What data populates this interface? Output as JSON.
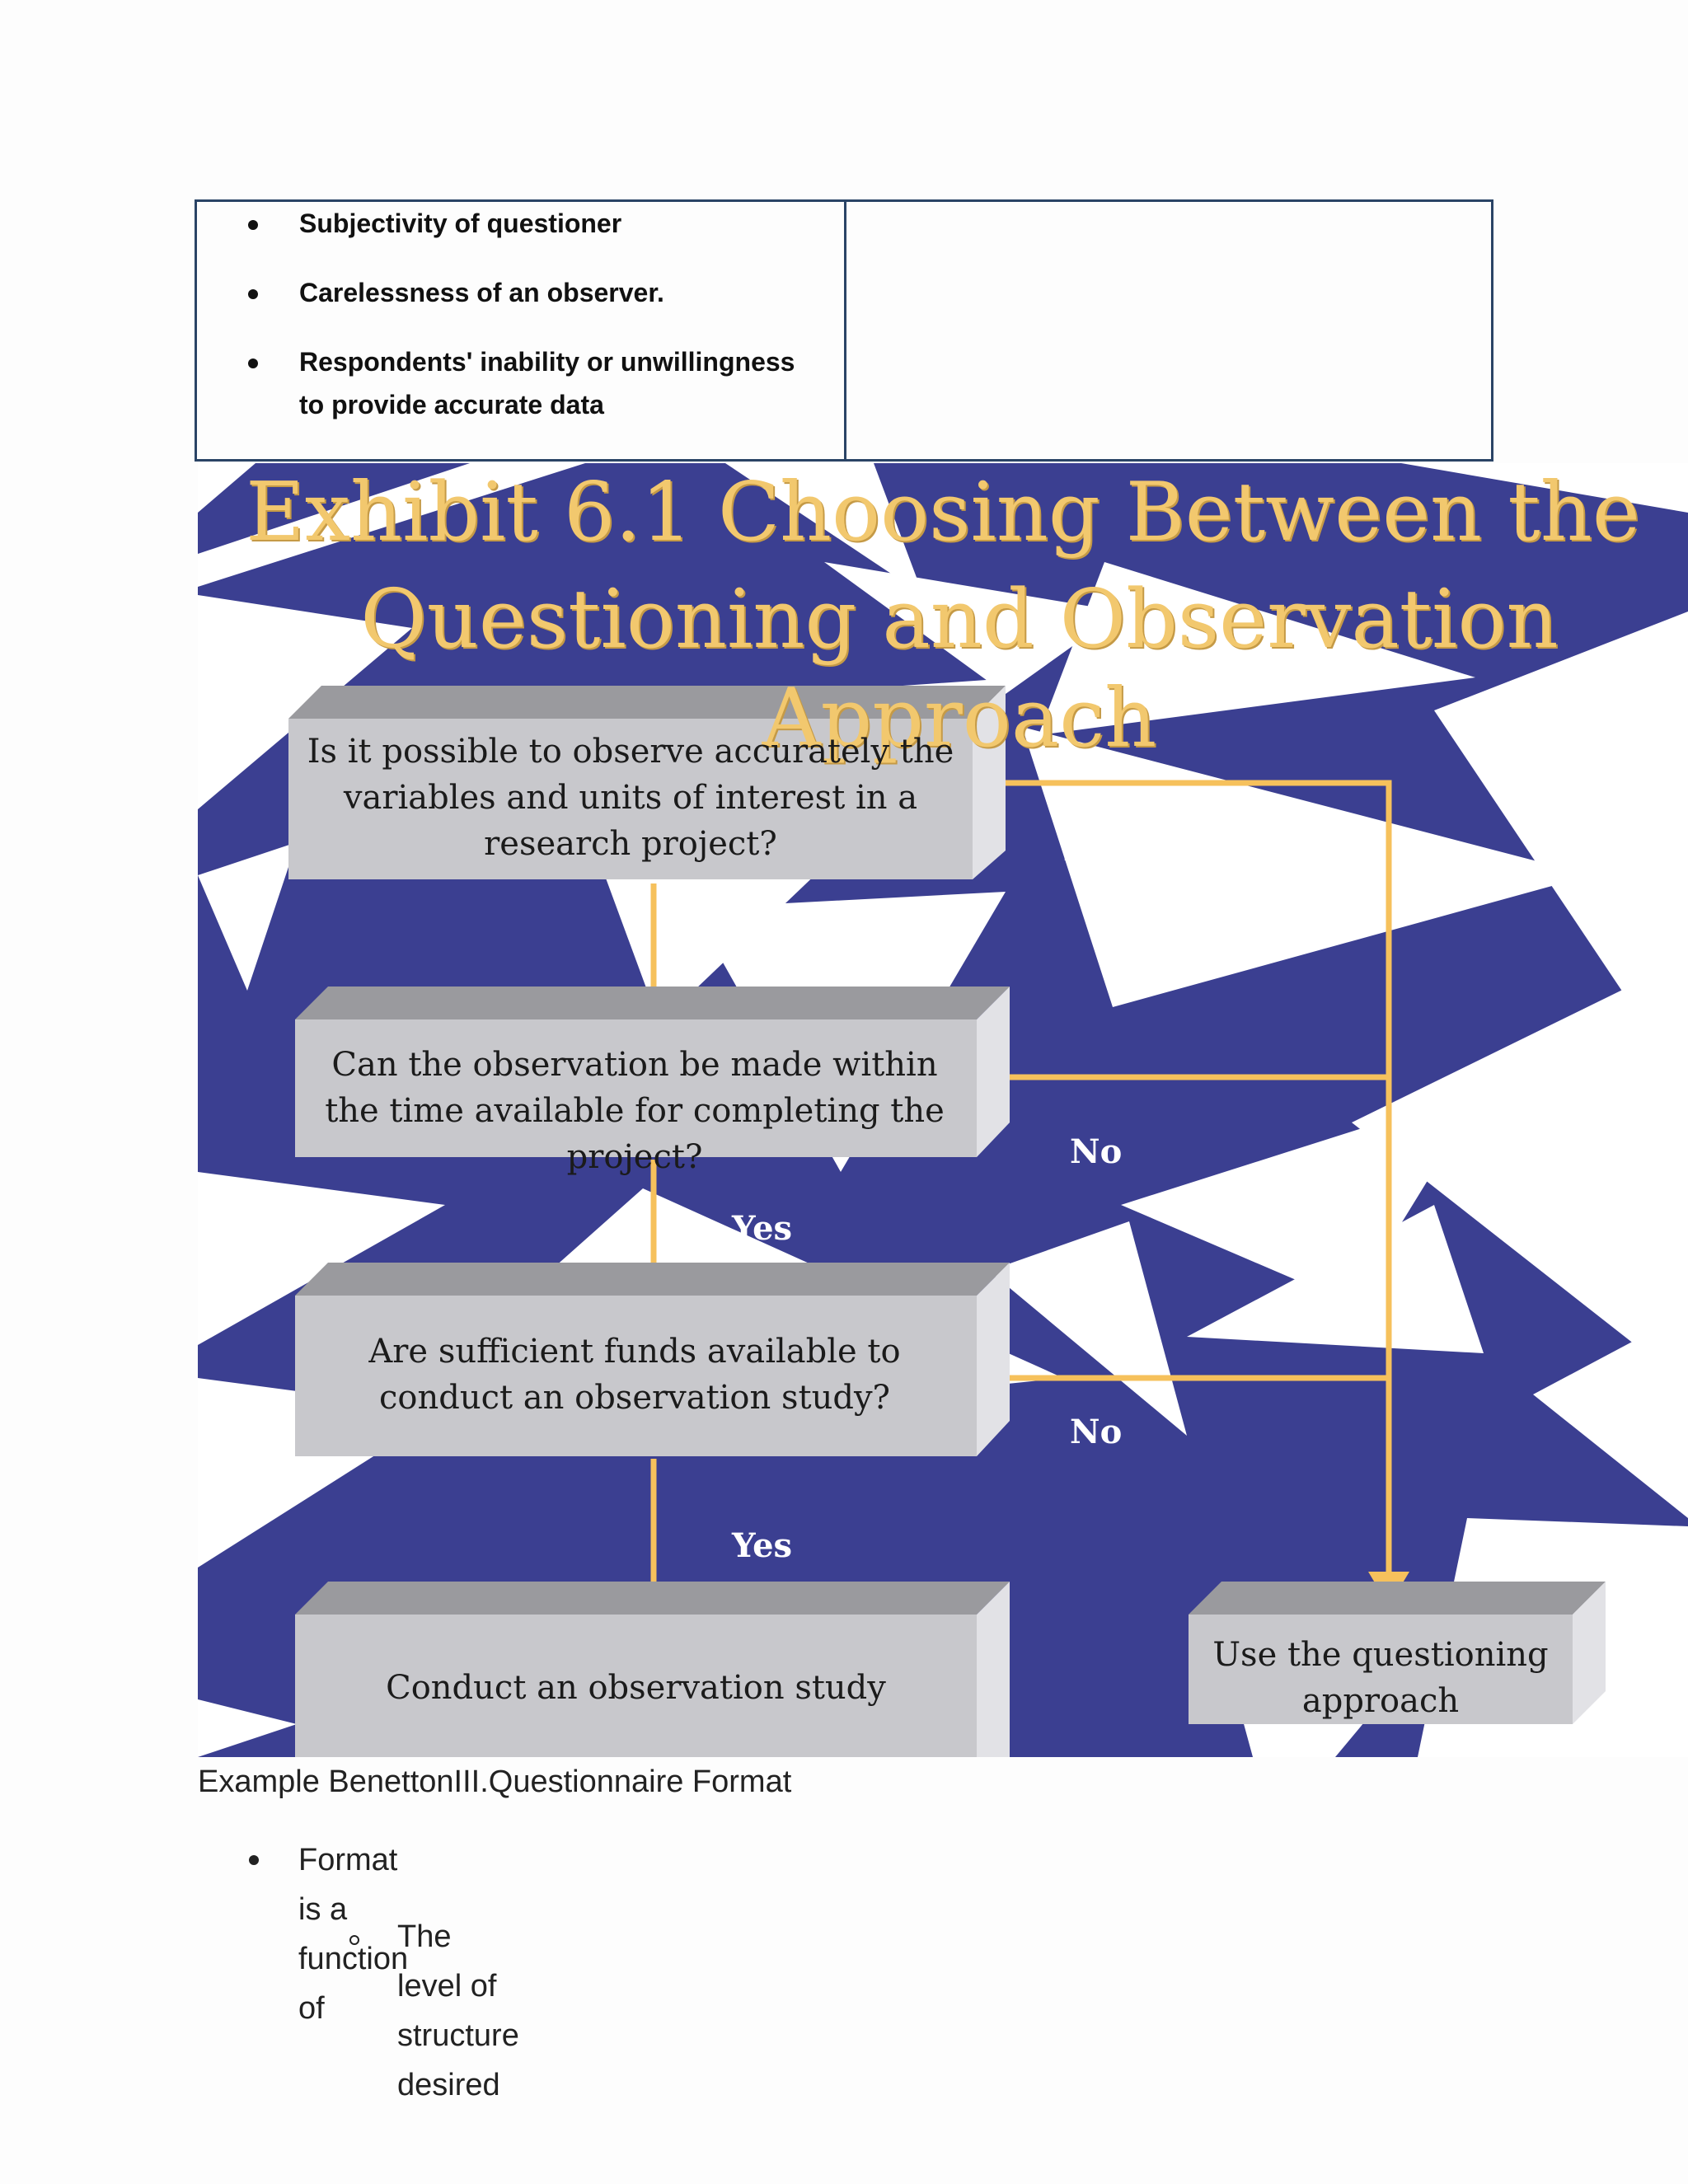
{
  "table": {
    "bullets": [
      "Subjectivity of questioner",
      "Carelessness of an observer.",
      "Respondents' inability or unwillingness to provide accurate data"
    ]
  },
  "exhibit": {
    "title_line1": "Exhibit 6.1 Choosing Between the",
    "title_line2": "Questioning and Observation Approach",
    "box1": "Is it possible to observe accurately the variables and units of interest in a research project?",
    "box2": "Can the observation be made within the time available for completing the project?",
    "box3": "Are sufficient funds available to conduct an observation study?",
    "box4": "Conduct an observation study",
    "box5": "Use the questioning approach",
    "yes_label": "Yes",
    "no_label": "No",
    "colors": {
      "background": "#3b3f91",
      "title": "#f2c86e",
      "arrow": "#f6c15c",
      "box": "#c8c8cc"
    }
  },
  "caption": "Example BenettonIII.Questionnaire Format",
  "list": {
    "item1": "Format is a function of",
    "sub1": "The level of structure desired"
  }
}
